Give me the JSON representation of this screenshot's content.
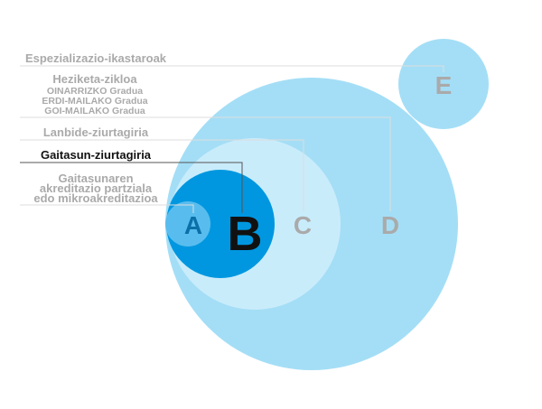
{
  "labels": {
    "e": "Espezializazio-ikastaroak",
    "d_title": "Heziketa-zikloa",
    "d_lines": [
      "OINARRIZKO Gradua",
      "ERDI-MAILAKO Gradua",
      "GOI-MAILAKO Gradua"
    ],
    "c": "Lanbide-ziurtagiria",
    "b": "Gaitasun-ziurtagiria",
    "a_lines": [
      "Gaitasunaren",
      "akreditazio partziala",
      "edo mikroakreditazioa"
    ]
  },
  "circles": {
    "a": "A",
    "b": "B",
    "c": "C",
    "d": "D",
    "e": "E"
  },
  "colors": {
    "d": "#a4def6",
    "c": "#c9ecfb",
    "b": "#0097e0",
    "a": "#58bdee",
    "e": "#a4def6",
    "text": "#aaaaaa",
    "line": "#dddddd",
    "dark": "#111111"
  }
}
